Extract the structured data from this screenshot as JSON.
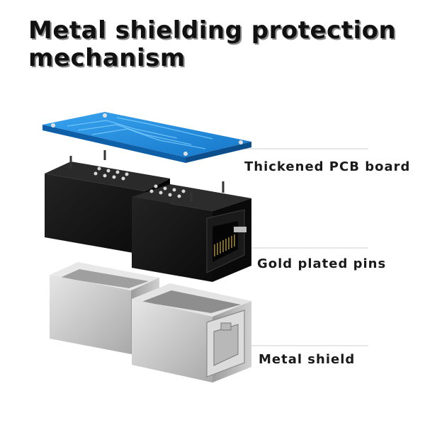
{
  "title": {
    "line1": "Metal shielding protection",
    "line2": "mechanism"
  },
  "labels": {
    "pcb": "Thickened PCB board",
    "pins": "Gold plated pins",
    "shield": "Metal shield"
  },
  "colors": {
    "pcb_blue": "#1e88d8",
    "housing_black": "#151515",
    "shield_silver": "#c8c8c8"
  }
}
